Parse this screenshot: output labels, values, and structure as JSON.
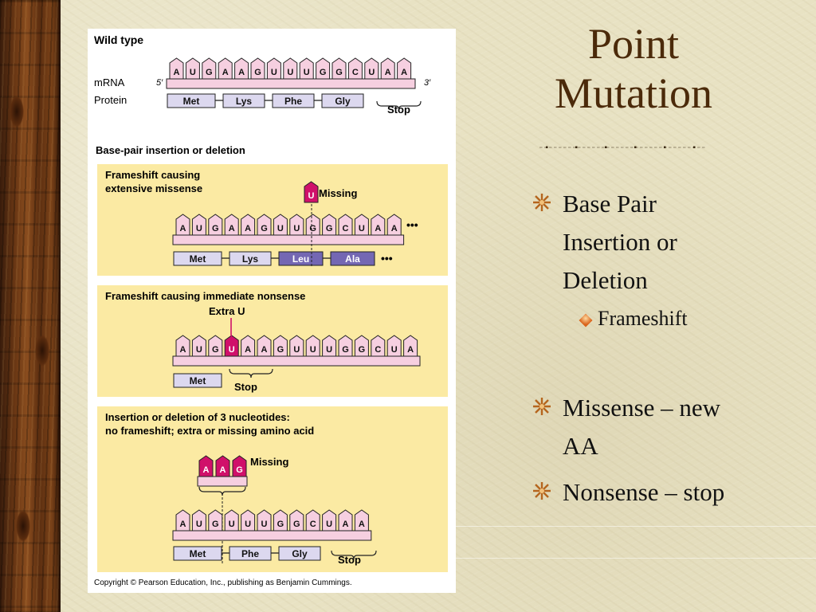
{
  "slide": {
    "title_line1": "Point",
    "title_line2": "Mutation"
  },
  "bullets": {
    "b1_line1": "Base Pair",
    "b1_line2": "Insertion or",
    "b1_line3": "Deletion",
    "b1_sub": "Frameshift",
    "b2_line1": "Missense – new",
    "b2_line2": "AA",
    "b3": "Nonsense – stop"
  },
  "figure": {
    "wild_type": {
      "heading": "Wild type",
      "mrna_label": "mRNA",
      "protein_label": "Protein",
      "five_prime": "5′",
      "three_prime": "3′",
      "bases": [
        "A",
        "U",
        "G",
        "A",
        "A",
        "G",
        "U",
        "U",
        "U",
        "G",
        "G",
        "C",
        "U",
        "A",
        "A"
      ],
      "proteins": [
        "Met",
        "Lys",
        "Phe",
        "Gly"
      ],
      "stop": "Stop"
    },
    "section_heading": "Base-pair insertion or deletion",
    "panel1": {
      "title_line1": "Frameshift causing",
      "title_line2": "extensive missense",
      "missing_base": "U",
      "missing_label": "Missing",
      "bases": [
        "A",
        "U",
        "G",
        "A",
        "A",
        "G",
        "U",
        "U",
        "G",
        "G",
        "C",
        "U",
        "A",
        "A"
      ],
      "proteins": [
        "Met",
        "Lys",
        "Leu",
        "Ala"
      ],
      "ellipsis": "•••"
    },
    "panel2": {
      "title": "Frameshift causing immediate nonsense",
      "extra_label": "Extra U",
      "bases": [
        "A",
        "U",
        "G",
        "U",
        "A",
        "A",
        "G",
        "U",
        "U",
        "U",
        "G",
        "G",
        "C",
        "U",
        "A"
      ],
      "proteins": [
        "Met"
      ],
      "stop": "Stop"
    },
    "panel3": {
      "title_line1": "Insertion or deletion of 3 nucleotides:",
      "title_line2": "no frameshift; extra or missing amino acid",
      "missing_bases": [
        "A",
        "A",
        "G"
      ],
      "missing_label": "Missing",
      "bases": [
        "A",
        "U",
        "G",
        "U",
        "U",
        "U",
        "G",
        "G",
        "C",
        "U",
        "A",
        "A"
      ],
      "proteins": [
        "Met",
        "Phe",
        "Gly"
      ],
      "stop": "Stop"
    },
    "copyright": "Copyright © Pearson Education, Inc., publishing as Benjamin Cummings."
  },
  "colors": {
    "title": "#4b2a0a",
    "panel_bg": "#fbeaa3",
    "base_fill": "#f6cfe0",
    "highlight_base": "#d0106a",
    "protein_fill": "#dcd8ef",
    "protein_dark": "#7467b3"
  }
}
